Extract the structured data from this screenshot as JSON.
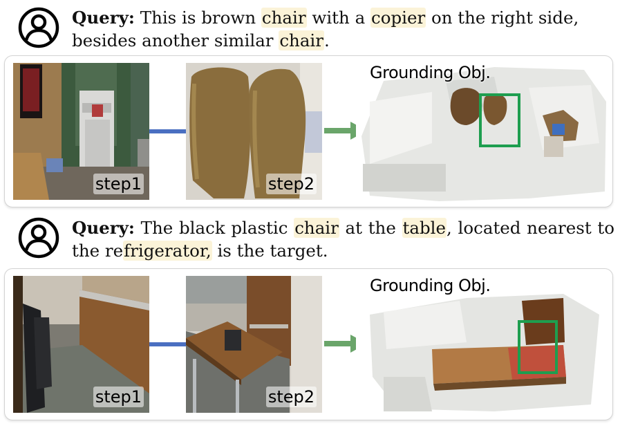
{
  "examples": [
    {
      "query_label": "Query:",
      "query_parts": [
        {
          "text": " This is brown ",
          "hl": false
        },
        {
          "text": "chair",
          "hl": true
        },
        {
          "text": " with a ",
          "hl": false
        },
        {
          "text": "copier",
          "hl": true
        },
        {
          "text": " on the right side, besides another similar ",
          "hl": false
        },
        {
          "text": "chair",
          "hl": true
        },
        {
          "text": ".",
          "hl": false
        }
      ],
      "step1_label": "step1",
      "step2_label": "step2",
      "grounding_label": "Grounding Obj."
    },
    {
      "query_label": "Query:",
      "query_parts": [
        {
          "text": " The black plastic ",
          "hl": false
        },
        {
          "text": "chair",
          "hl": true
        },
        {
          "text": " at the ",
          "hl": false
        },
        {
          "text": "table",
          "hl": true
        },
        {
          "text": ", located nearest to the re",
          "hl": false
        },
        {
          "text": "frigerator,",
          "hl": true
        },
        {
          "text": " is the target.",
          "hl": false
        }
      ],
      "step1_label": "step1",
      "step2_label": "step2",
      "grounding_label": "Grounding Obj."
    }
  ],
  "colors": {
    "highlight": "#fbf3d8",
    "connector": "#4a6fc1",
    "arrow": "#6aa56a",
    "grounding_box": "#1e9e4f",
    "panel_border": "#d3d3d3"
  },
  "icons": {
    "avatar": "user-avatar-icon",
    "arrow": "right-arrow-icon"
  }
}
